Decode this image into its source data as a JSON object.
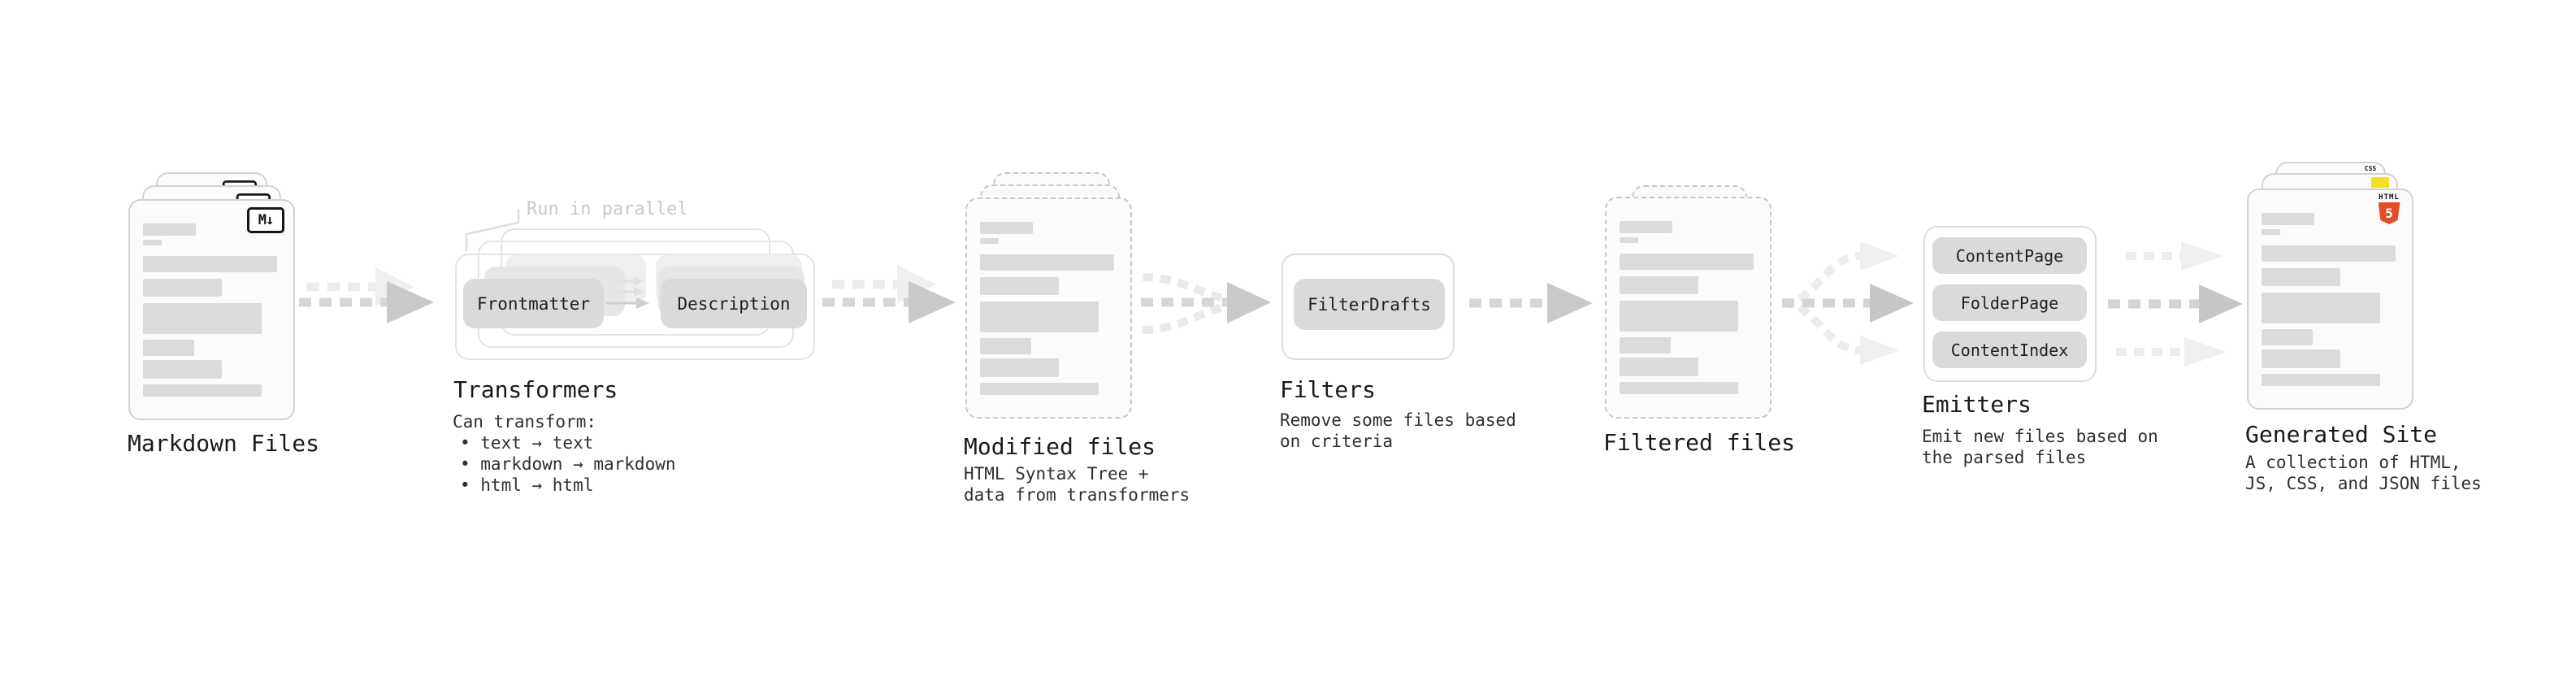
{
  "diagram": {
    "stages": {
      "markdown": {
        "label": "Markdown Files"
      },
      "transformers": {
        "label": "Transformers",
        "annotation": "Run in parallel",
        "pills": [
          "Frontmatter",
          "Description"
        ],
        "description_title": "Can transform:",
        "bullets": [
          "• text → text",
          "• markdown → markdown",
          "• html → html"
        ]
      },
      "modified": {
        "label": "Modified files",
        "description": [
          "HTML Syntax Tree +",
          "data from transformers"
        ]
      },
      "filters": {
        "label": "Filters",
        "pills": [
          "FilterDrafts"
        ],
        "description": [
          "Remove some files based",
          "on criteria"
        ]
      },
      "filtered": {
        "label": "Filtered files"
      },
      "emitters": {
        "label": "Emitters",
        "pills": [
          "ContentPage",
          "FolderPage",
          "ContentIndex"
        ],
        "description": [
          "Emit new files based on",
          "the parsed files"
        ]
      },
      "generated": {
        "label": "Generated Site",
        "description": [
          "A collection of HTML,",
          "JS, CSS, and JSON files"
        ]
      }
    },
    "icons": {
      "markdown_badge": "M↓",
      "html5_wordmark": "HTML",
      "html5_numeral": "5",
      "css_wordmark": "CSS"
    },
    "colors": {
      "html5_orange": "#e44d26",
      "js_yellow": "#f7df1e",
      "css_blue": "#2965f1",
      "placeholder_gray": "#dbdbdb",
      "annotation_gray": "#c9c9c9"
    }
  }
}
